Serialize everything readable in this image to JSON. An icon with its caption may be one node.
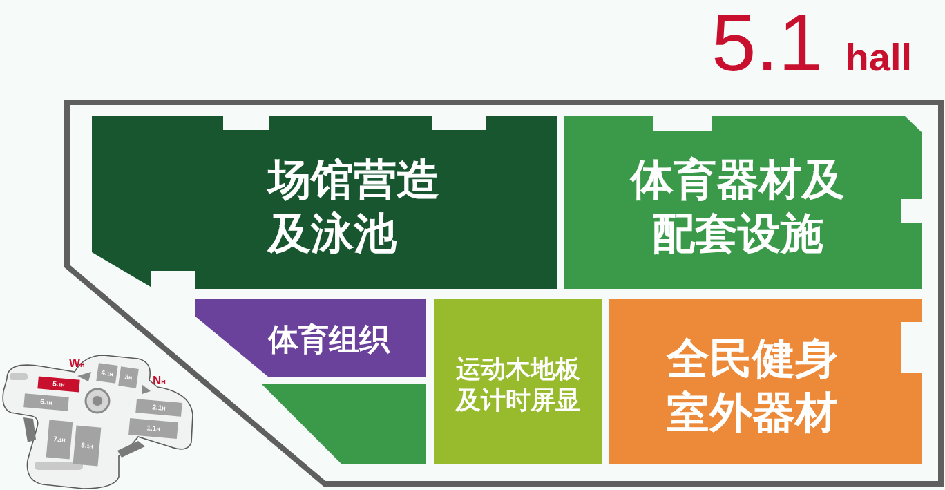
{
  "diagram": {
    "title": "5.1 **hall**",
    "nodes": [
      {
        "text": [
          "场馆营造及泳池"
        ]
      },
      {
        "text": [
          "体育器材及配套设施"
        ]
      },
      {
        "text": [
          "体育组织"
        ]
      },
      {
        "text": [
          "运动木地板及计时屏显"
        ]
      },
      {
        "text": [
          "全民健身室外器材"
        ]
      },
      {
        "text": [],
        "shape": "box"
      },
      {
        "text": [
          "4.$_{1H}$"
        ]
      },
      {
        "text": [
          "3$_{H}$"
        ]
      },
      {
        "text": [
          "5.$_{1H}$"
        ]
      },
      {
        "text": [
          "6.$_{1H}$"
        ]
      },
      {
        "text": [
          "2.1$_{H}$"
        ]
      },
      {
        "text": [
          "1.1$_{H}$"
        ]
      },
      {
        "text": [
          "7.$_{1H}$"
        ]
      },
      {
        "text": [
          "8.$_{1H}$"
        ]
      }
    ],
    "labels": [
      "W$_{H}$",
      "N$_{H}$"
    ]
  }
}
